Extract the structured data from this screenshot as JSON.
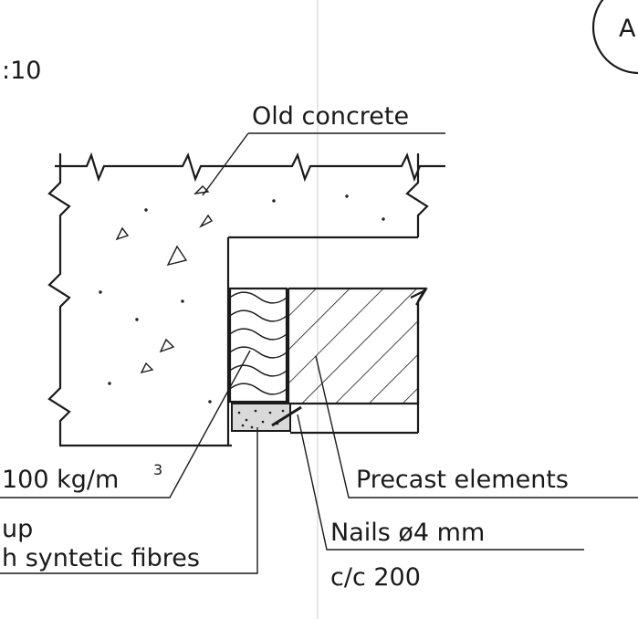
{
  "sheet": {
    "scale_fragment": ":10",
    "detail_marker": "A"
  },
  "labels": {
    "old_concrete": "Old concrete",
    "precast_elements": "Precast elements",
    "nails_line1": "Nails ø4 mm",
    "nails_line2": "c/c 200",
    "insulation_density": "100 kg/m",
    "insulation_density_sup": "3",
    "grout_fragment": "up",
    "fibres_fragment": "h syntetic fibres"
  },
  "colors": {
    "ink": "#1a1a1a",
    "paper": "#ffffff",
    "grout_fill": "#d9d9d9"
  }
}
